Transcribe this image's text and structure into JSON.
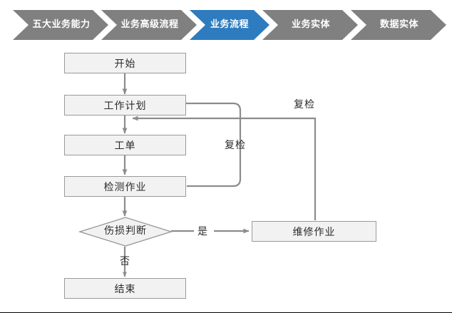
{
  "breadcrumb": {
    "active_index": 2,
    "grey_color": "#808080",
    "active_color": "#2e7cbf",
    "items": [
      {
        "label": "五大业务能力",
        "active": false
      },
      {
        "label": "业务高级流程",
        "active": false
      },
      {
        "label": "业务流程",
        "active": true
      },
      {
        "label": "业务实体",
        "active": false
      },
      {
        "label": "数据实体",
        "active": false
      }
    ]
  },
  "flowchart": {
    "type": "flowchart",
    "node_fill": "#f2f2f2",
    "node_border": "#9a9a9a",
    "connector_color": "#8c8c8c",
    "nodes": [
      {
        "id": "start",
        "shape": "rect",
        "label": "开始"
      },
      {
        "id": "work_plan",
        "shape": "rect",
        "label": "工作计划"
      },
      {
        "id": "work_order",
        "shape": "rect",
        "label": "工单"
      },
      {
        "id": "inspection",
        "shape": "rect",
        "label": "检测作业"
      },
      {
        "id": "decision",
        "shape": "diamond",
        "label": "伤损判断"
      },
      {
        "id": "repair",
        "shape": "rect",
        "label": "维修作业"
      },
      {
        "id": "end",
        "shape": "rect",
        "label": "结束"
      }
    ],
    "edges": [
      {
        "from": "start",
        "to": "work_plan",
        "label": ""
      },
      {
        "from": "work_plan",
        "to": "work_order",
        "label": ""
      },
      {
        "from": "work_order",
        "to": "inspection",
        "label": ""
      },
      {
        "from": "inspection",
        "to": "decision",
        "label": ""
      },
      {
        "from": "decision",
        "to": "repair",
        "label": "是"
      },
      {
        "from": "decision",
        "to": "end",
        "label": "否"
      },
      {
        "from": "inspection",
        "to": "work_plan",
        "label": "复检"
      },
      {
        "from": "repair",
        "to": "work_plan",
        "label": "复检"
      }
    ],
    "edge_labels": {
      "yes": "是",
      "no": "否",
      "recheck_inner": "复检",
      "recheck_outer": "复检"
    }
  }
}
